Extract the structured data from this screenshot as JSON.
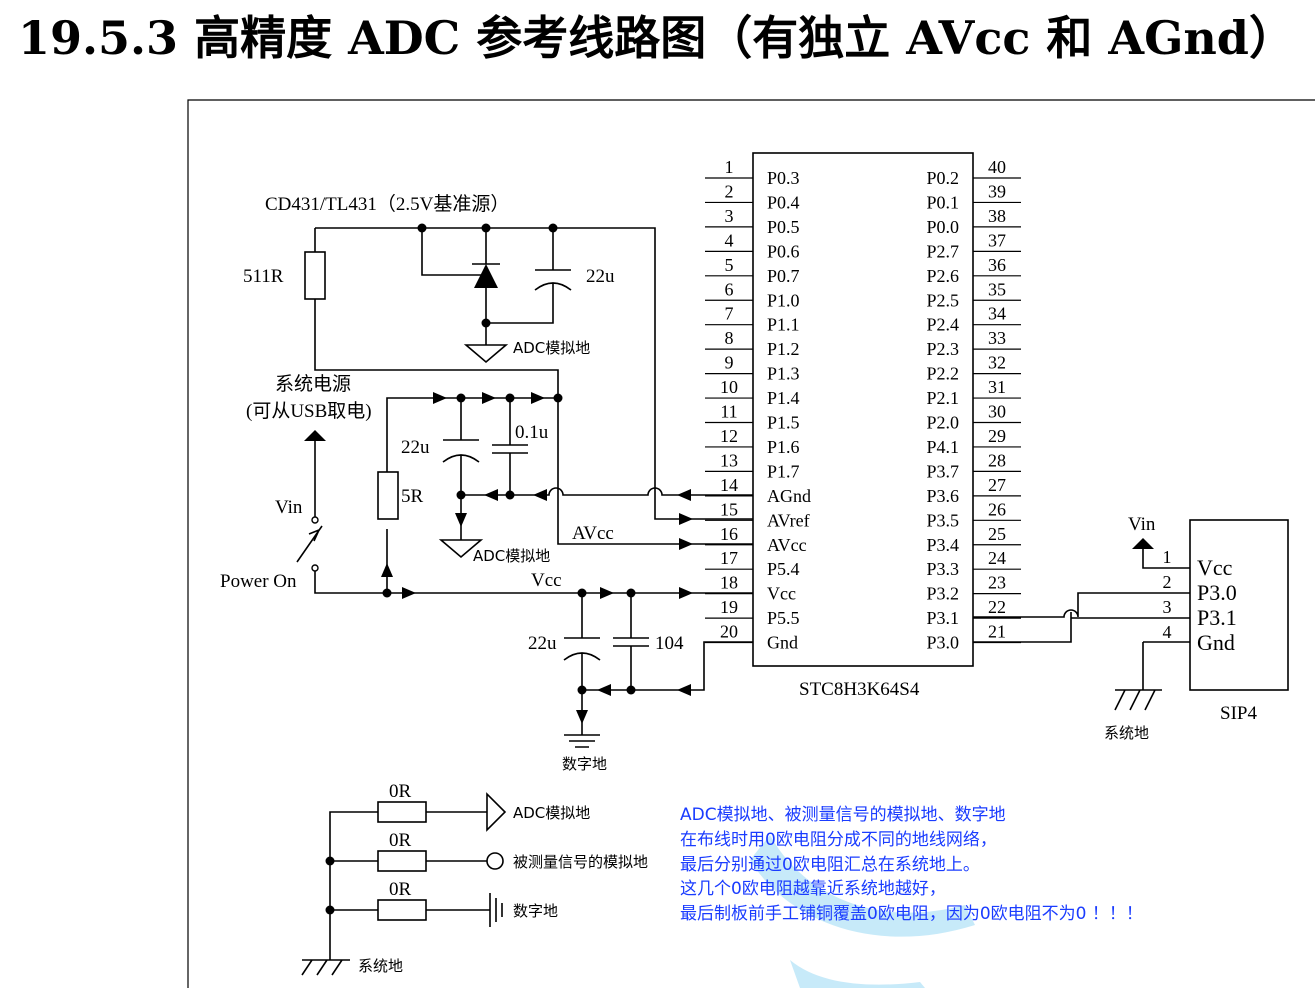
{
  "title": "19.5.3 高精度 ADC 参考线路图（有独立 AVcc 和 AGnd）",
  "chip": {
    "name": "STC8H3K64S4",
    "left_pins": [
      {
        "num": "1",
        "name": "P0.3"
      },
      {
        "num": "2",
        "name": "P0.4"
      },
      {
        "num": "3",
        "name": "P0.5"
      },
      {
        "num": "4",
        "name": "P0.6"
      },
      {
        "num": "5",
        "name": "P0.7"
      },
      {
        "num": "6",
        "name": "P1.0"
      },
      {
        "num": "7",
        "name": "P1.1"
      },
      {
        "num": "8",
        "name": "P1.2"
      },
      {
        "num": "9",
        "name": "P1.3"
      },
      {
        "num": "10",
        "name": "P1.4"
      },
      {
        "num": "11",
        "name": "P1.5"
      },
      {
        "num": "12",
        "name": "P1.6"
      },
      {
        "num": "13",
        "name": "P1.7"
      },
      {
        "num": "14",
        "name": "AGnd"
      },
      {
        "num": "15",
        "name": "AVref"
      },
      {
        "num": "16",
        "name": "AVcc"
      },
      {
        "num": "17",
        "name": "P5.4"
      },
      {
        "num": "18",
        "name": "Vcc"
      },
      {
        "num": "19",
        "name": "P5.5"
      },
      {
        "num": "20",
        "name": "Gnd"
      }
    ],
    "right_pins": [
      {
        "num": "40",
        "name": "P0.2"
      },
      {
        "num": "39",
        "name": "P0.1"
      },
      {
        "num": "38",
        "name": "P0.0"
      },
      {
        "num": "37",
        "name": "P2.7"
      },
      {
        "num": "36",
        "name": "P2.6"
      },
      {
        "num": "35",
        "name": "P2.5"
      },
      {
        "num": "34",
        "name": "P2.4"
      },
      {
        "num": "33",
        "name": "P2.3"
      },
      {
        "num": "32",
        "name": "P2.2"
      },
      {
        "num": "31",
        "name": "P2.1"
      },
      {
        "num": "30",
        "name": "P2.0"
      },
      {
        "num": "29",
        "name": "P4.1"
      },
      {
        "num": "28",
        "name": "P3.7"
      },
      {
        "num": "27",
        "name": "P3.6"
      },
      {
        "num": "26",
        "name": "P3.5"
      },
      {
        "num": "25",
        "name": "P3.4"
      },
      {
        "num": "24",
        "name": "P3.3"
      },
      {
        "num": "23",
        "name": "P3.2"
      },
      {
        "num": "22",
        "name": "P3.1"
      },
      {
        "num": "21",
        "name": "P3.0"
      }
    ]
  },
  "connector": {
    "name": "SIP4",
    "pins": [
      {
        "num": "1",
        "name": "Vcc"
      },
      {
        "num": "2",
        "name": "P3.0"
      },
      {
        "num": "3",
        "name": "P3.1"
      },
      {
        "num": "4",
        "name": "Gnd"
      }
    ],
    "vin_label": "Vin",
    "gnd_label": "系统地"
  },
  "labels": {
    "reference": "CD431/TL431（2.5V基准源）",
    "r_511": "511R",
    "c_22u_ref": "22u",
    "adc_gnd_ref": "ADC模拟地",
    "sys_power_1": "系统电源",
    "sys_power_2": "(可从USB取电)",
    "c_22u_avcc": "22u",
    "c_01u": "0.1u",
    "r_5r": "5R",
    "adc_gnd_avcc": "ADC模拟地",
    "vin": "Vin",
    "power_on": "Power On",
    "avcc_net": "AVcc",
    "vcc_net": "Vcc",
    "c_22u_vcc": "22u",
    "c_104": "104",
    "digital_gnd": "数字地"
  },
  "ground_legend": {
    "r0_1": "0R",
    "r0_2": "0R",
    "r0_3": "0R",
    "adc_gnd": "ADC模拟地",
    "measured_gnd": "被测量信号的模拟地",
    "digital_gnd": "数字地",
    "system_gnd": "系统地"
  },
  "notes": [
    "ADC模拟地、被测量信号的模拟地、数字地",
    "在布线时用0欧电阻分成不同的地线网络，",
    "最后分别通过0欧电阻汇总在系统地上。",
    "这几个0欧电阻越靠近系统地越好，",
    "最后制板前手工铺铜覆盖0欧电阻，因为0欧电阻不为0 ！！！"
  ],
  "colors": {
    "note_text": "#1a3cff",
    "watermark": "#35b3e8"
  }
}
